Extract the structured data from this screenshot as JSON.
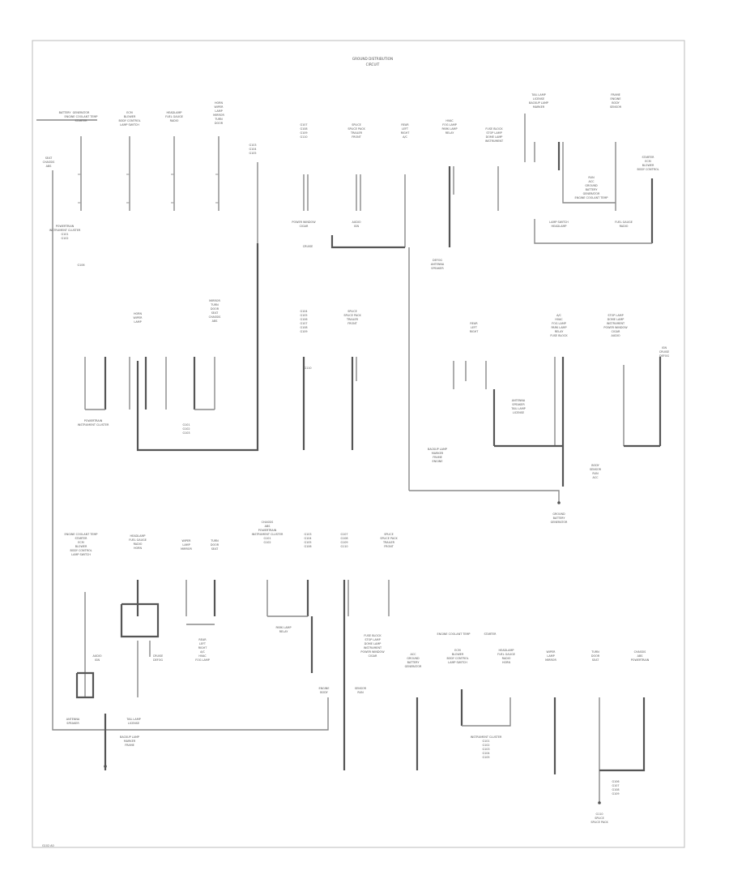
{
  "diagram": {
    "title_line1": "GROUND DISTRIBUTION",
    "title_line2": "CIRCUIT",
    "footer_code": "G102 A0",
    "labels": [
      "BATTERY",
      "GENERATOR",
      "ENGINE COOLANT TEMP",
      "STARTER",
      "ECM",
      "BLOWER",
      "BODY CONTROL",
      "LAMP SWITCH",
      "HEADLAMP",
      "FUEL GAUGE",
      "RADIO",
      "HORN",
      "WIPER",
      "LAMP",
      "MIRROR",
      "TURN",
      "DOOR",
      "SEAT",
      "CHASSIS",
      "ABS",
      "POWERTRAIN",
      "INSTRUMENT CLUSTER",
      "G101",
      "G102",
      "G103",
      "G104",
      "G105",
      "G106",
      "G107",
      "G108",
      "G109",
      "G110",
      "SPLICE",
      "SPLICE PACK",
      "TRAILER",
      "FRONT",
      "REAR",
      "LEFT",
      "RIGHT",
      "A/C",
      "HVAC",
      "FOG LAMP",
      "PARK LAMP",
      "RELAY",
      "FUSE BLOCK",
      "STOP LAMP",
      "DOME LAMP",
      "INSTRUMENT",
      "POWER WINDOW",
      "CIGAR",
      "AUDIO",
      "IGN",
      "CRUISE",
      "DEFOG",
      "ANTENNA",
      "SPEAKER",
      "TAIL LAMP",
      "LICENSE",
      "BACKUP LAMP",
      "MARKER",
      "FRAME",
      "ENGINE",
      "BODY",
      "SENSOR",
      "RUN",
      "ACC",
      "GROUND"
    ]
  }
}
